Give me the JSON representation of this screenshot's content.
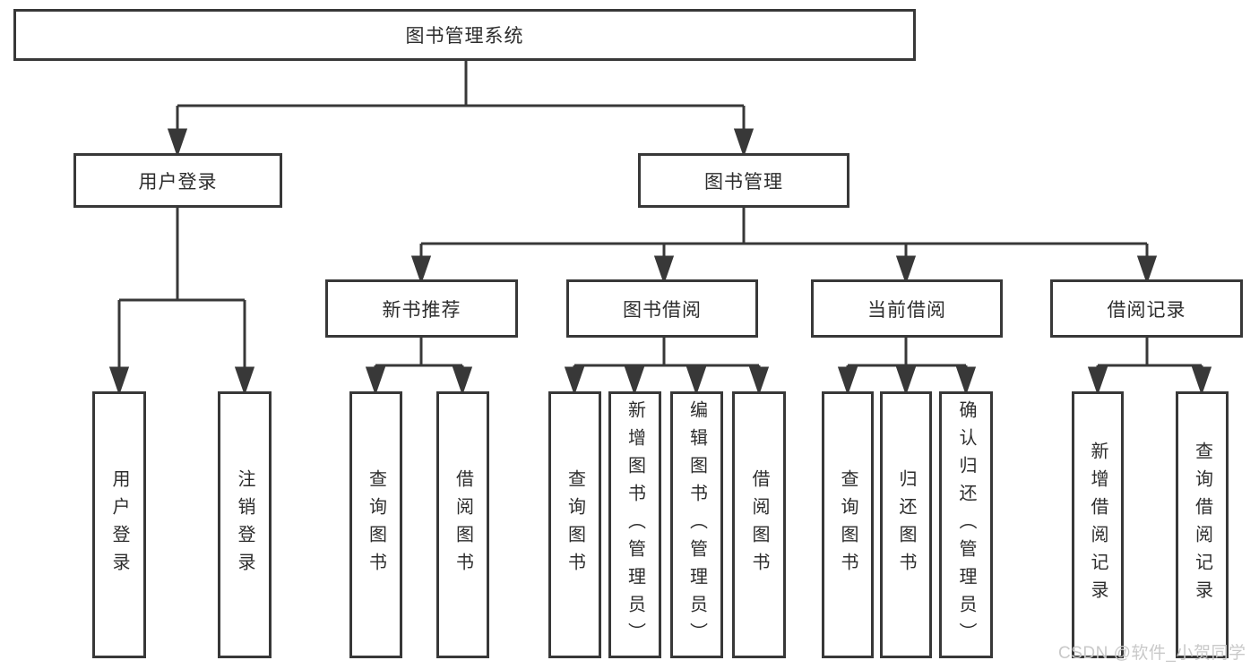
{
  "tree": {
    "root": {
      "label": "图书管理系统",
      "children": [
        {
          "label": "用户登录",
          "children": [
            {
              "label": "用户登录"
            },
            {
              "label": "注销登录"
            }
          ]
        },
        {
          "label": "图书管理",
          "children": [
            {
              "label": "新书推荐",
              "children": [
                {
                  "label": "查询图书"
                },
                {
                  "label": "借阅图书"
                }
              ]
            },
            {
              "label": "图书借阅",
              "children": [
                {
                  "label": "查询图书"
                },
                {
                  "label": "新增图书（管理员）"
                },
                {
                  "label": "编辑图书（管理员）"
                },
                {
                  "label": "借阅图书"
                }
              ]
            },
            {
              "label": "当前借阅",
              "children": [
                {
                  "label": "查询图书"
                },
                {
                  "label": "归还图书"
                },
                {
                  "label": "确认归还（管理员）"
                }
              ]
            },
            {
              "label": "借阅记录",
              "children": [
                {
                  "label": "新增借阅记录"
                },
                {
                  "label": "查询借阅记录"
                }
              ]
            }
          ]
        }
      ]
    }
  },
  "watermark": {
    "text": "CSDN @软件_小贺同学"
  },
  "colors": {
    "line": "#383838",
    "box_border": "#383838",
    "box_fill": "#ffffff",
    "text": "#2d2d2d",
    "watermark": "#c9c9c9",
    "background": "#ffffff"
  }
}
